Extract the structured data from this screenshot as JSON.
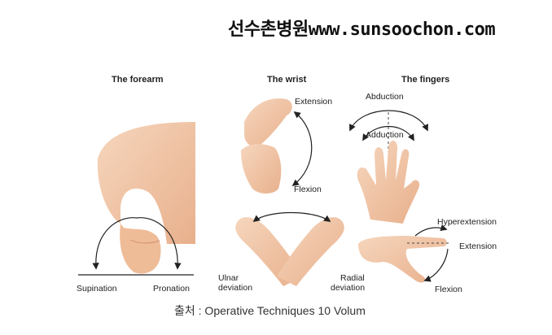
{
  "watermark": "선수촌병원www.sunsoochon.com",
  "sections": {
    "forearm": {
      "title": "The forearm",
      "left_label": "Supination",
      "right_label": "Pronation"
    },
    "wrist": {
      "title": "The wrist",
      "top_label": "Extension",
      "bottom_label": "Flexion",
      "left_label_line1": "Ulnar",
      "left_label_line2": "deviation",
      "right_label_line1": "Radial",
      "right_label_line2": "deviation"
    },
    "fingers": {
      "title": "The fingers",
      "abduction": "Abduction",
      "adduction": "Adduction",
      "hyperextension": "Hyperextension",
      "extension": "Extension",
      "flexion": "Flexion"
    }
  },
  "caption": "출처 : Operative Techniques 10 Volum",
  "colors": {
    "skin": "#f3c9a8",
    "skin_shadow": "#e6ab86",
    "line": "#222222"
  }
}
